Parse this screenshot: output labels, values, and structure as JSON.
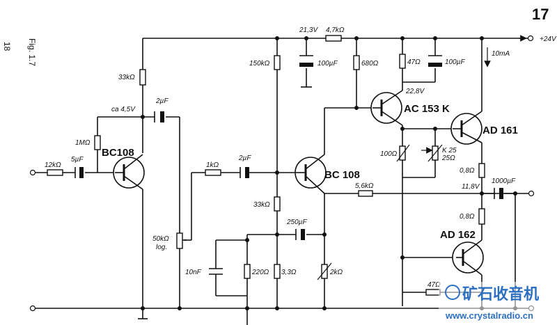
{
  "page": {
    "number": "17",
    "side_number": "18",
    "figure": "Fig. 1.7"
  },
  "supply": {
    "voltage": "+24V",
    "current": "10mA",
    "node_22v8": "22,8V",
    "node_21v3": "21,3V",
    "node_11v8": "11,8V",
    "node_ca45": "ca 4,5V"
  },
  "components": {
    "r_12k": "12kΩ",
    "c_5u": "5µF",
    "r_1M": "1MΩ",
    "t1": "BC108",
    "r_33k_top": "33kΩ",
    "c_2u_a": "2µF",
    "pot_50k": "50kΩ",
    "pot_log": "log.",
    "r_1k": "1kΩ",
    "c_2u_b": "2µF",
    "r_150k": "150kΩ",
    "r_33k_mid": "33kΩ",
    "c_10n": "10nF",
    "r_220": "220Ω",
    "r_3_3": "3,3Ω",
    "c_250u": "250µF",
    "pot_2k": "2kΩ",
    "t2": "BC 108",
    "r_4k7": "4,7kΩ",
    "c_100u_a": "100µF",
    "r_680": "680Ω",
    "t3": "AC 153 K",
    "r_47": "47Ω",
    "c_100u_b": "100µF",
    "r_100": "100Ω",
    "ntc_label": "K 25",
    "ntc_value": "25Ω",
    "r_5k6": "5,6kΩ",
    "t4": "AD 161",
    "r_0_8a": "0,8Ω",
    "c_1000u": "1000µF",
    "r_0_8b": "0,8Ω",
    "t5": "AD 162",
    "r_47_bottom": "47Ω"
  },
  "watermark": {
    "brand": "矿石收音机",
    "url": "www.crystalradio.cn"
  }
}
